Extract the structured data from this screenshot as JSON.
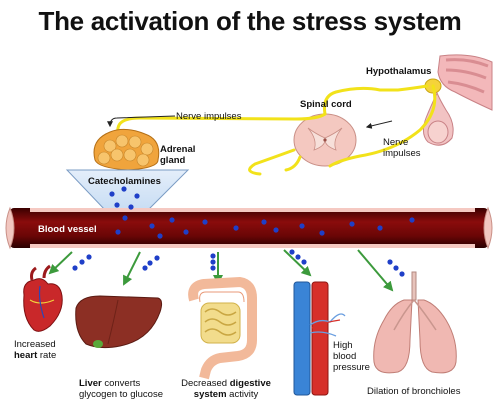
{
  "title": "The activation of the stress system",
  "labels": {
    "hypothalamus": "Hypothalamus",
    "spinal_cord": "Spinal cord",
    "nerve_impulses_top": "Nerve impulses",
    "nerve_impulses_right_1": "Nerve",
    "nerve_impulses_right_2": "impulses",
    "adrenal_1": "Adrenal",
    "adrenal_2": "gland",
    "catecholamines": "Catecholamines",
    "blood_vessel": "Blood vessel"
  },
  "effects": {
    "heart": {
      "line1": "Increased",
      "line2_bold": "heart",
      "line2_rest": " rate"
    },
    "liver": {
      "line1_bold": "Liver",
      "line1_rest": " converts",
      "line2": "glycogen to glucose"
    },
    "digestive": {
      "line1_pre": "Decreased ",
      "line1_bold": "digestive",
      "line2_bold": "system",
      "line2_rest": " activity"
    },
    "pressure": {
      "line1": "High",
      "line2": "blood",
      "line3": "pressure"
    },
    "bronchioles": {
      "text": "Dilation of bronchioles"
    }
  },
  "colors": {
    "vessel": "#7a0a0a",
    "vessel_dark": "#4a0202",
    "nerve": "#f2e21a",
    "arrow_green": "#3c9a3c",
    "dots": "#1f3fc8",
    "adrenal": "#f0a43c",
    "triangle": "#cfe3f7"
  }
}
